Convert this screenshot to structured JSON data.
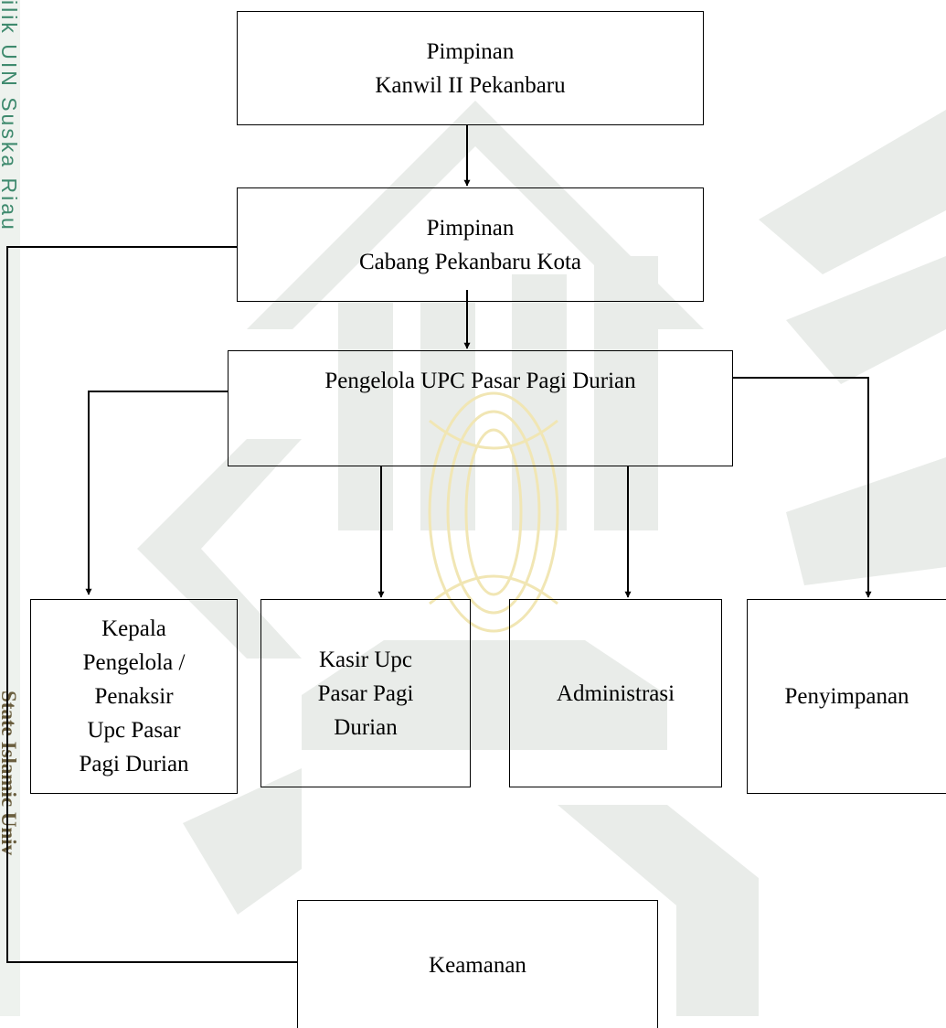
{
  "watermark": {
    "left_vertical_text": "ilik UIN Suska Riau",
    "left_vertical_text_2": "State Islamic Univ",
    "colors": {
      "green": "#3f8a6e",
      "grey": "#e6e9e6",
      "gold": "#f3e7a6"
    }
  },
  "org_chart": {
    "nodes": {
      "kanwil": {
        "label": "Pimpinan\nKanwil II Pekanbaru"
      },
      "cabang": {
        "label": "Pimpinan\nCabang Pekanbaru Kota"
      },
      "pengelola": {
        "label": "Pengelola UPC Pasar Pagi Durian"
      },
      "kepala": {
        "label": "Kepala\nPengelola /\nPenaksir\nUpc Pasar\nPagi Durian"
      },
      "kasir": {
        "label": "Kasir Upc\nPasar Pagi\nDurian"
      },
      "administrasi": {
        "label": "Administrasi"
      },
      "penyimpanan": {
        "label": "Penyimpanan"
      },
      "keamanan": {
        "label": "Keamanan"
      }
    },
    "edges": [
      {
        "from": "kanwil",
        "to": "cabang",
        "arrow": true
      },
      {
        "from": "cabang",
        "to": "pengelola",
        "arrow": true
      },
      {
        "from": "pengelola",
        "to": "kepala",
        "arrow": true
      },
      {
        "from": "pengelola",
        "to": "kasir",
        "arrow": true
      },
      {
        "from": "pengelola",
        "to": "administrasi",
        "arrow": true
      },
      {
        "from": "pengelola",
        "to": "penyimpanan",
        "arrow": true
      },
      {
        "from": "cabang",
        "to": "keamanan",
        "arrow": false
      }
    ]
  }
}
